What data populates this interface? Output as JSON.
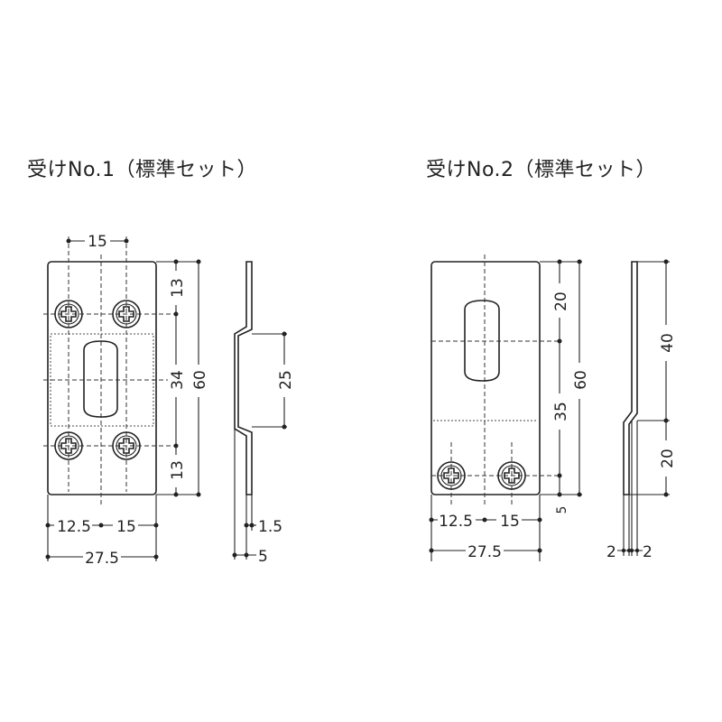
{
  "titles": {
    "no1": "受けNo.1（標準セット）",
    "no2": "受けNo.2（標準セット）"
  },
  "no1": {
    "dims": {
      "top_spacing": "15",
      "top_margin": "13",
      "mid_height": "34",
      "total_height": "60",
      "bottom_margin": "13",
      "bottom_left": "12.5",
      "bottom_spacing": "15",
      "total_width": "27.5",
      "side_height": "25",
      "side_thickness": "1.5",
      "side_depth": "5"
    }
  },
  "no2": {
    "dims": {
      "top_margin": "20",
      "mid_height": "35",
      "total_height": "60",
      "bottom_margin": "5",
      "bottom_left": "12.5",
      "bottom_spacing": "15",
      "total_width": "27.5",
      "side_upper": "40",
      "side_lower": "20",
      "side_left": "2",
      "side_right": "2"
    }
  }
}
